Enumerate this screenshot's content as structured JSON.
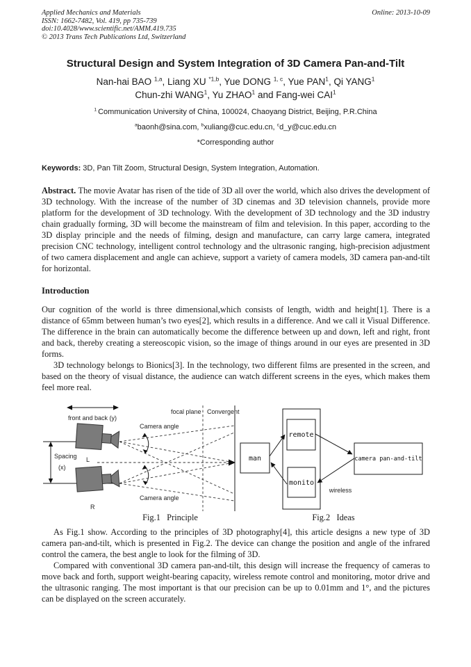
{
  "header": {
    "journal": "Applied Mechanics and Materials",
    "issn_line": "ISSN: 1662-7482, Vol. 419, pp 735-739",
    "doi_line": "doi:10.4028/www.scientific.net/AMM.419.735",
    "copyright_line": "© 2013 Trans Tech Publications Ltd, Switzerland",
    "online_date": "Online: 2013-10-09"
  },
  "title": "Structural Design and System Integration of 3D Camera Pan-and-Tilt",
  "authors": {
    "line1": [
      {
        "text": "Nan-hai BAO "
      },
      {
        "sup": "1,a"
      },
      {
        "text": ", Liang XU "
      },
      {
        "sup": "*1,b"
      },
      {
        "text": ", Yue DONG "
      },
      {
        "sup": "1, c"
      },
      {
        "text": ", Yue PAN"
      },
      {
        "sup": "1"
      },
      {
        "text": ", Qi YANG"
      },
      {
        "sup": "1"
      }
    ],
    "line2": [
      {
        "text": "Chun-zhi WANG"
      },
      {
        "sup": "1"
      },
      {
        "text": ", Yu ZHAO"
      },
      {
        "sup": "1"
      },
      {
        "text": " and Fang-wei CAI"
      },
      {
        "sup": "1"
      }
    ]
  },
  "affiliation": [
    {
      "sup": "1 "
    },
    {
      "text": "Communication University of China, 100024, Chaoyang District, Beijing, P.R.China"
    }
  ],
  "emails": [
    {
      "sup": "a"
    },
    {
      "text": "baonh@sina.com, "
    },
    {
      "sup": "b"
    },
    {
      "text": "xuliang@cuc.edu.cn, "
    },
    {
      "sup": "c"
    },
    {
      "text": "d_y@cuc.edu.cn"
    }
  ],
  "corresponding": "*Corresponding author",
  "keywords": [
    {
      "b": "Keywords: "
    },
    {
      "text": "3D, Pan Tilt Zoom, Structural Design, System Integration, Automation."
    }
  ],
  "abstract": [
    {
      "b": "Abstract. "
    },
    {
      "text": "The movie Avatar has risen of the tide of 3D all over the world, which also drives the development of 3D technology. With the increase of the number of 3D cinemas and 3D television channels, provide more platform for the development of 3D technology. With the development of 3D technology and the 3D industry chain gradually forming, 3D will become the mainstream of film and television. In this paper, according to the 3D display principle and the needs of filming, design and manufacture, can carry large camera, integrated precision CNC technology, intelligent control technology and the ultrasonic ranging, high-precision adjustment of two camera displacement and angle can achieve, support a variety of camera models, 3D camera pan-and-tilt for horizontal."
    }
  ],
  "introduction": {
    "heading": "Introduction",
    "p1": "Our cognition of the world is three dimensional,which consists of length, width and height[1]. There is a distance of 65mm between human’s two eyes[2], which results in a difference. And we call it Visual Difference. The difference in the brain can automatically become the difference between up and down, left and right, front and back, thereby creating a stereoscopic vision, so the image of things around in our eyes are presented in 3D forms.",
    "p2": "3D technology belongs to Bionics[3]. In the technology, two different films are presented in the screen, and based on the theory of visual distance, the audience can watch different screens in the eyes, which makes them feel more real."
  },
  "figures": {
    "fig1": {
      "caption": "Fig.1   Principle",
      "front_back_label": "front and back (y)",
      "camera_angle_top": "Camera angle",
      "camera_angle_bottom": "Camera angle",
      "focal_plane": "focal plane",
      "convergent": "Convergent",
      "spacing_line1": "Spacing",
      "spacing_line2": "(x)",
      "left_camera": "L",
      "right_camera": "R"
    },
    "fig2": {
      "caption": "Fig.2   Ideas",
      "man": "man",
      "remote": "remote",
      "monitor": "monito",
      "camera_pan_tilt": "camera pan-and-tilt",
      "wireless": "wireless"
    }
  },
  "closing": {
    "p1": "As Fig.1 show. According to the principles of 3D photography[4], this article designs a new type of 3D camera pan-and-tilt, which is presented in Fig.2. The device can change the position and angle of the infrared control the camera, the best angle to look for the filming of 3D.",
    "p2": "Compared with conventional 3D camera pan-and-tilt, this design will increase the frequency of cameras to move back and forth, support weight-bearing capacity, wireless remote control and monitoring, motor drive and the ultrasonic ranging. The most important is that our precision can be up to 0.01mm and 1°, and the pictures can be displayed on the screen accurately."
  },
  "colors": {
    "camera_fill": "#7b7b7b",
    "diagram_line": "#1a1a1a",
    "text": "#1a1a1a",
    "background": "#ffffff"
  }
}
